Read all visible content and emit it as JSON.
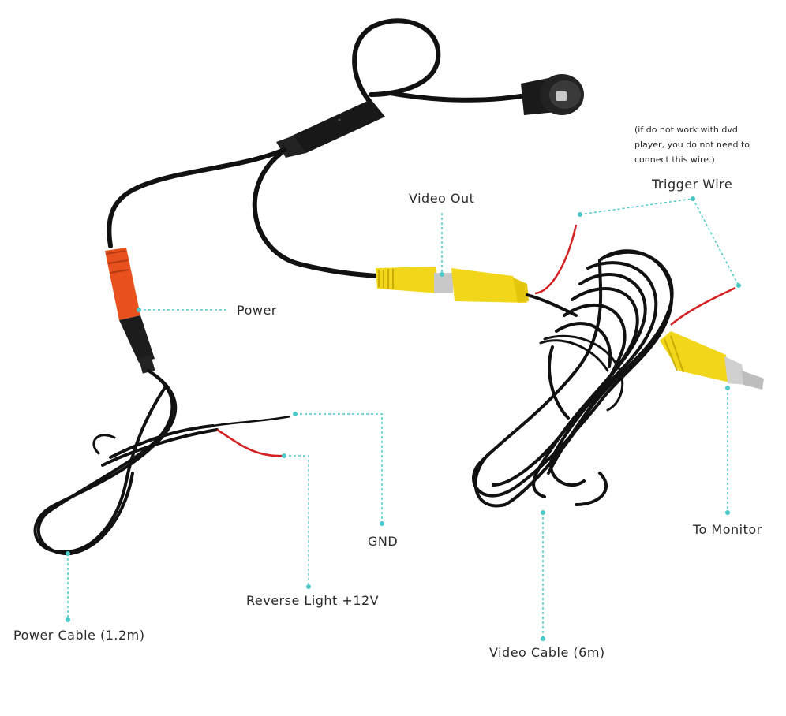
{
  "labels": {
    "video_out": "Video Out",
    "trigger_wire": "Trigger Wire",
    "power": "Power",
    "gnd": "GND",
    "reverse_light": "Reverse Light +12V",
    "power_cable": "Power Cable (1.2m)",
    "video_cable": "Video Cable (6m)",
    "to_monitor": "To Monitor"
  },
  "note_lines": [
    "(if do not work with dvd",
    "player, you do not need to",
    "connect this wire.)"
  ],
  "colors": {
    "cable": "#121212",
    "rca_yellow": "#f2d61a",
    "power_plug": "#e8501e",
    "wire_red": "#d42020",
    "leader_line": "#4cc9c9"
  }
}
